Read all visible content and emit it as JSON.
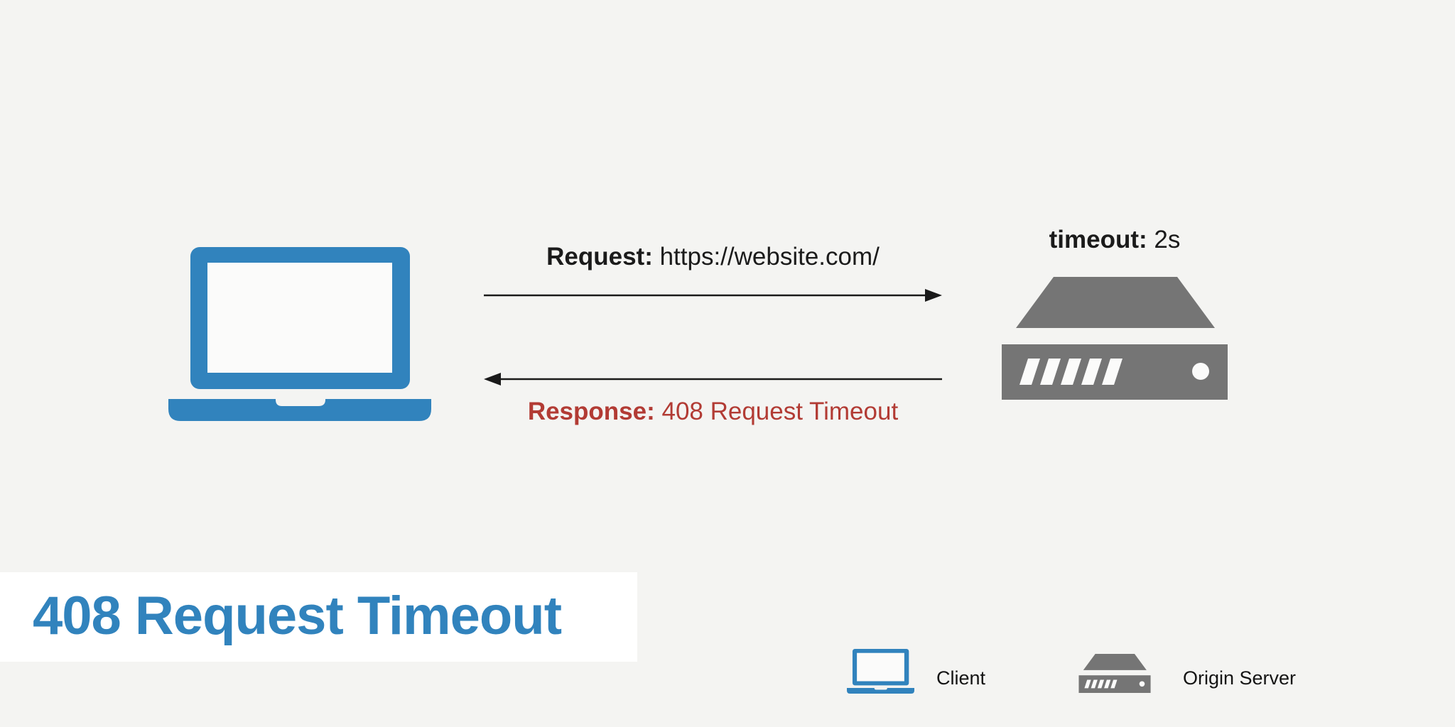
{
  "title": "408 Request Timeout",
  "colors": {
    "background": "#f4f4f2",
    "accent_blue": "#3183bd",
    "server_gray": "#757575",
    "error_red": "#b23b34",
    "arrow_black": "#1a1a1a",
    "title_band_bg": "#ffffff"
  },
  "diagram": {
    "client_icon": "laptop-icon",
    "server_icon": "server-icon",
    "request": {
      "label_bold": "Request:",
      "label_rest": " https://website.com/",
      "arrow_direction": "client-to-server"
    },
    "response": {
      "label_bold": "Response:",
      "label_rest": " 408 Request Timeout",
      "arrow_direction": "server-to-client"
    },
    "server_annotation": {
      "label_bold": "timeout:",
      "label_rest": " 2s"
    }
  },
  "legend": {
    "items": [
      {
        "icon": "laptop-icon",
        "label": "Client"
      },
      {
        "icon": "server-icon",
        "label": "Origin Server"
      }
    ]
  }
}
